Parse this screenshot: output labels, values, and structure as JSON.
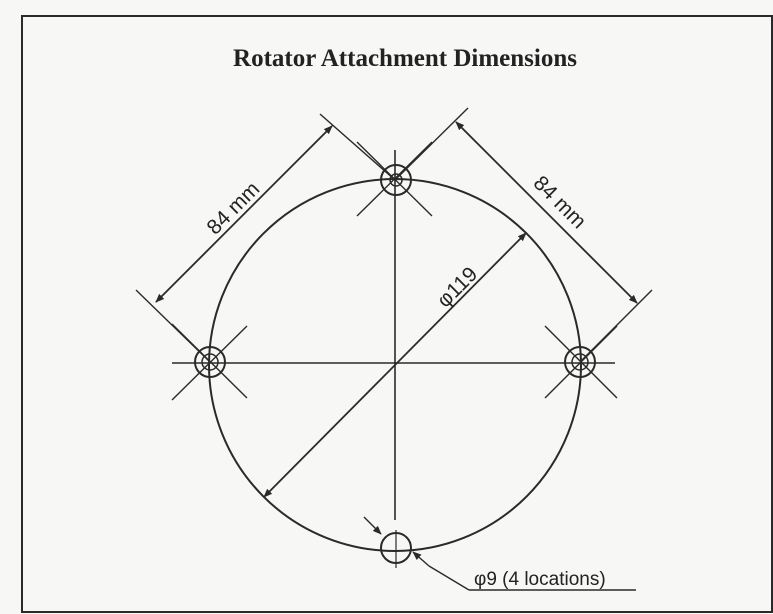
{
  "diagram": {
    "title": "Rotator Attachment Dimensions",
    "labels": {
      "left_spacing": "84 mm",
      "right_spacing": "84 mm",
      "diameter": "φ119",
      "hole_note": "φ9 (4 locations)"
    }
  }
}
